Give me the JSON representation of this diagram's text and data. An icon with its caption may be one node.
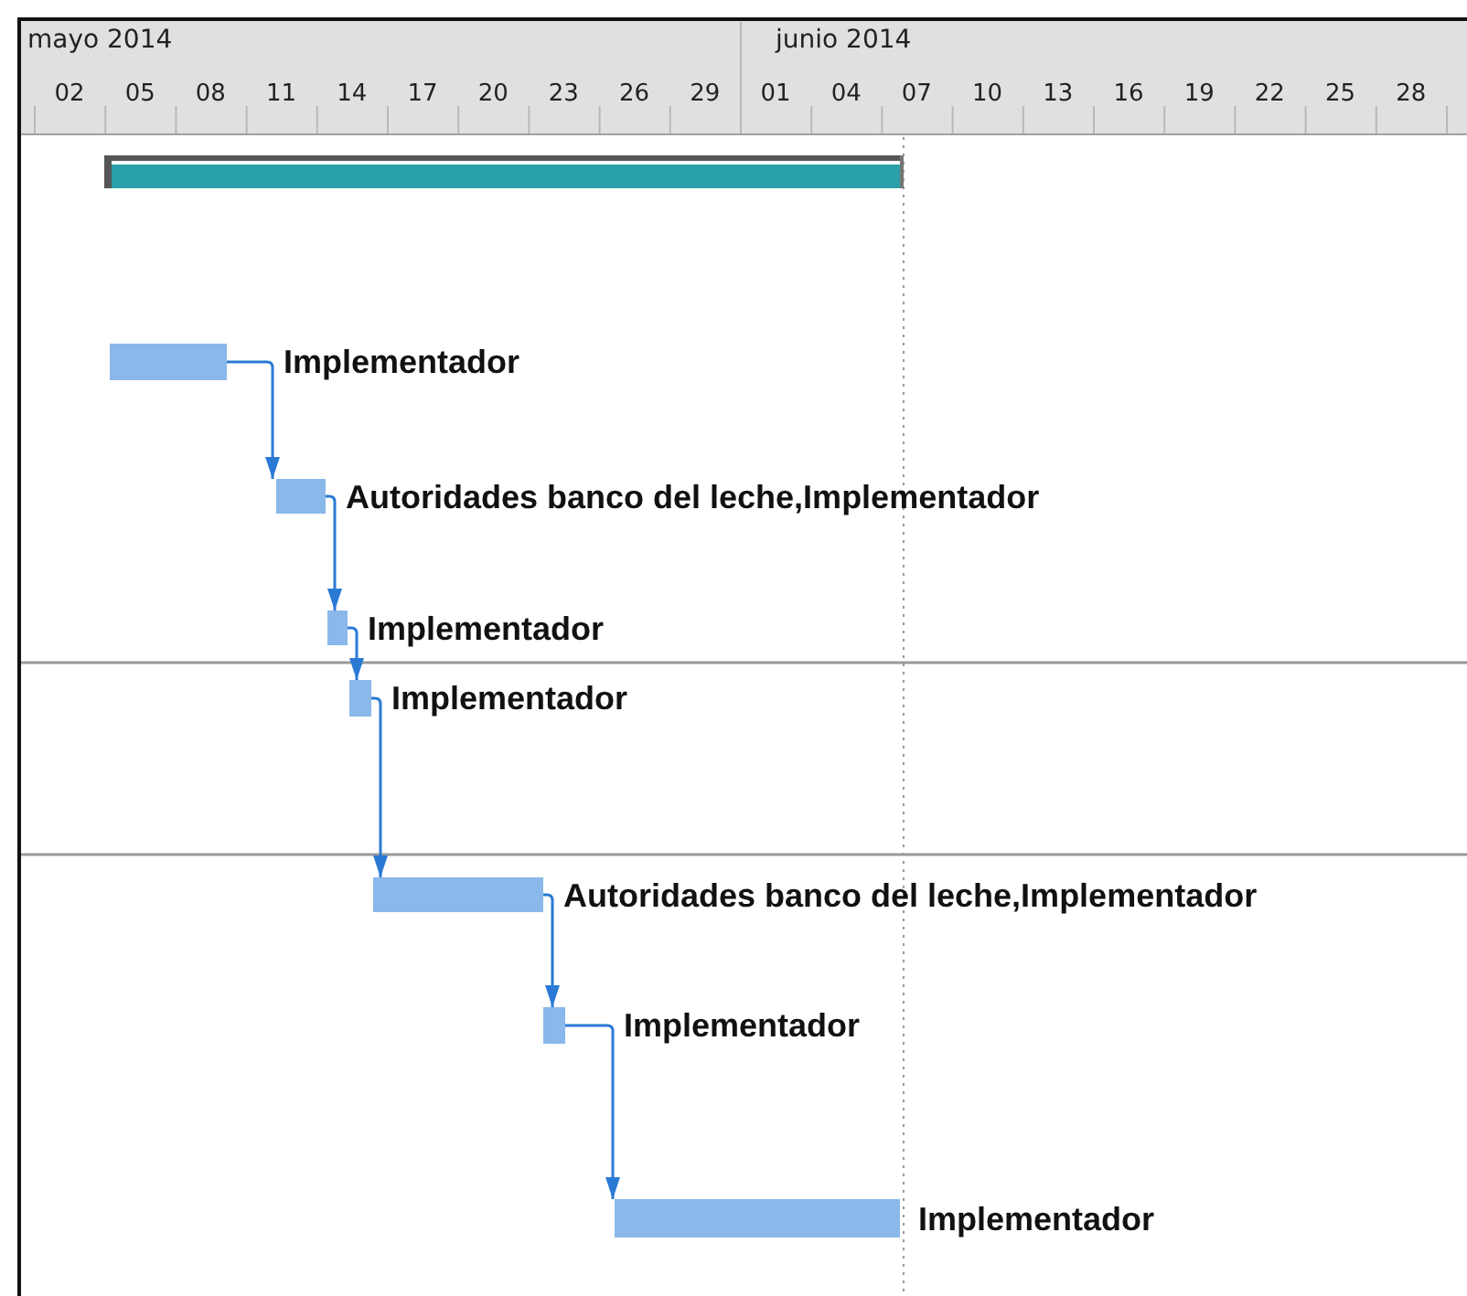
{
  "diagram": {
    "nodes": [
      {
        "text": [],
        "shape": "bar"
      },
      {
        "text": [],
        "shape": "bar",
        "beside": [
          "Implementador"
        ]
      },
      {
        "text": [],
        "shape": "bar",
        "beside": [
          "Autoridades banco del leche,Implementador"
        ]
      },
      {
        "text": [],
        "shape": "bar",
        "beside": [
          "Implementador"
        ]
      },
      {
        "text": [],
        "shape": "bar",
        "beside": [
          "Implementador"
        ]
      },
      {
        "text": [],
        "shape": "bar",
        "beside": [
          "Autoridades banco del leche,Implementador"
        ]
      },
      {
        "text": [],
        "shape": "bar",
        "beside": [
          "Implementador"
        ]
      },
      {
        "text": [],
        "shape": "bar",
        "beside": [
          "Implementador"
        ]
      }
    ],
    "edges": [
      {
        "from": 1,
        "to": 2,
        "arrow": "to"
      },
      {
        "from": 2,
        "to": 3,
        "arrow": "to"
      },
      {
        "from": 3,
        "to": 4,
        "arrow": "to"
      },
      {
        "from": 4,
        "to": 5,
        "arrow": "to"
      },
      {
        "from": 5,
        "to": 6,
        "arrow": "to"
      },
      {
        "from": 6,
        "to": 7,
        "arrow": "to"
      }
    ],
    "labels": [
      "mayo 2014",
      "junio 2014",
      "02",
      "05",
      "08",
      "11",
      "14",
      "17",
      "20",
      "23",
      "26",
      "29",
      "01",
      "04",
      "07",
      "10",
      "13",
      "16",
      "19",
      "22",
      "25",
      "28"
    ]
  }
}
